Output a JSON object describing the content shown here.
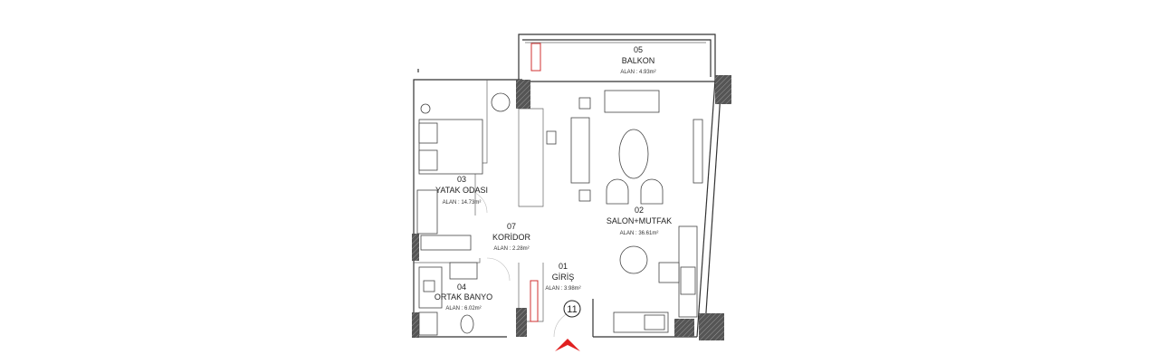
{
  "rooms": [
    {
      "number": "05",
      "name": "BALKON",
      "area": "ALAN   : 4.93m²"
    },
    {
      "number": "03",
      "name": "YATAK ODASI",
      "area": "ALAN   : 14.73m²"
    },
    {
      "number": "07",
      "name": "KORİDOR",
      "area": "ALAN   : 2.28m²"
    },
    {
      "number": "02",
      "name": "SALON+MUTFAK",
      "area": "ALAN   : 36.61m²"
    },
    {
      "number": "01",
      "name": "GİRİŞ",
      "area": "ALAN   : 3.98m²"
    },
    {
      "number": "04",
      "name": "ORTAK BANYO",
      "area": "ALAN   : 6.02m²"
    }
  ],
  "unit_number": "11",
  "colors": {
    "entrance_arrow": "#e02020",
    "wall": "#333333",
    "column": "#444444"
  }
}
